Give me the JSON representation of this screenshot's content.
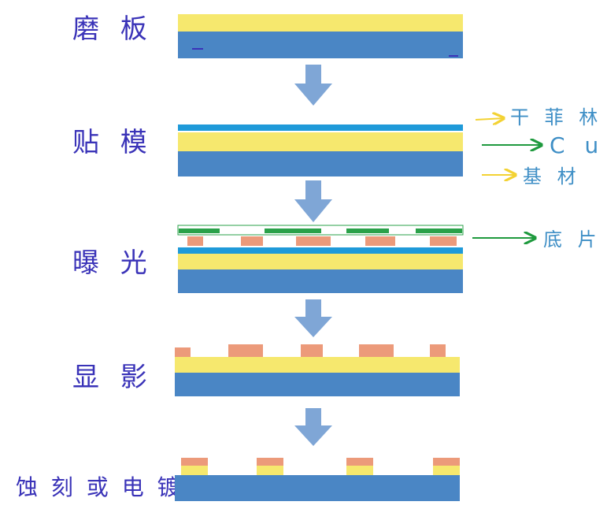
{
  "steps": [
    {
      "label": "磨 板"
    },
    {
      "label": "贴 模"
    },
    {
      "label": "曝 光"
    },
    {
      "label": "显 影"
    },
    {
      "label": "蚀 刻 或 电 镀"
    }
  ],
  "callouts": {
    "dry_film": "干 菲 林",
    "cu": "C u",
    "substrate": "基 材",
    "negative": "底 片"
  },
  "colors": {
    "substrate_blue": "#4a86c5",
    "copper_yellow": "#f6e86e",
    "film_cyan": "#1f9ad9",
    "resist_salmon": "#ec9a7a",
    "mask_green": "#2aa149",
    "arrow_blue": "#7fa6d6",
    "label_purple": "#3a33b8",
    "callout_yellow": "#f3d233",
    "callout_green": "#1f9a3e"
  }
}
